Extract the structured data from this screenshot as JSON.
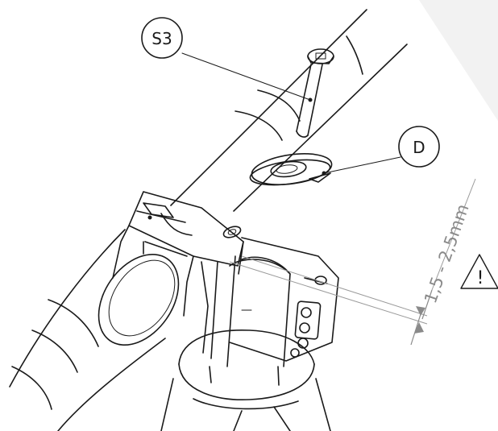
{
  "callouts": {
    "screw": "S3",
    "washer": "D"
  },
  "dimension": {
    "text": "1,5 - 2,5mm"
  },
  "warning": {
    "symbol": "!"
  }
}
